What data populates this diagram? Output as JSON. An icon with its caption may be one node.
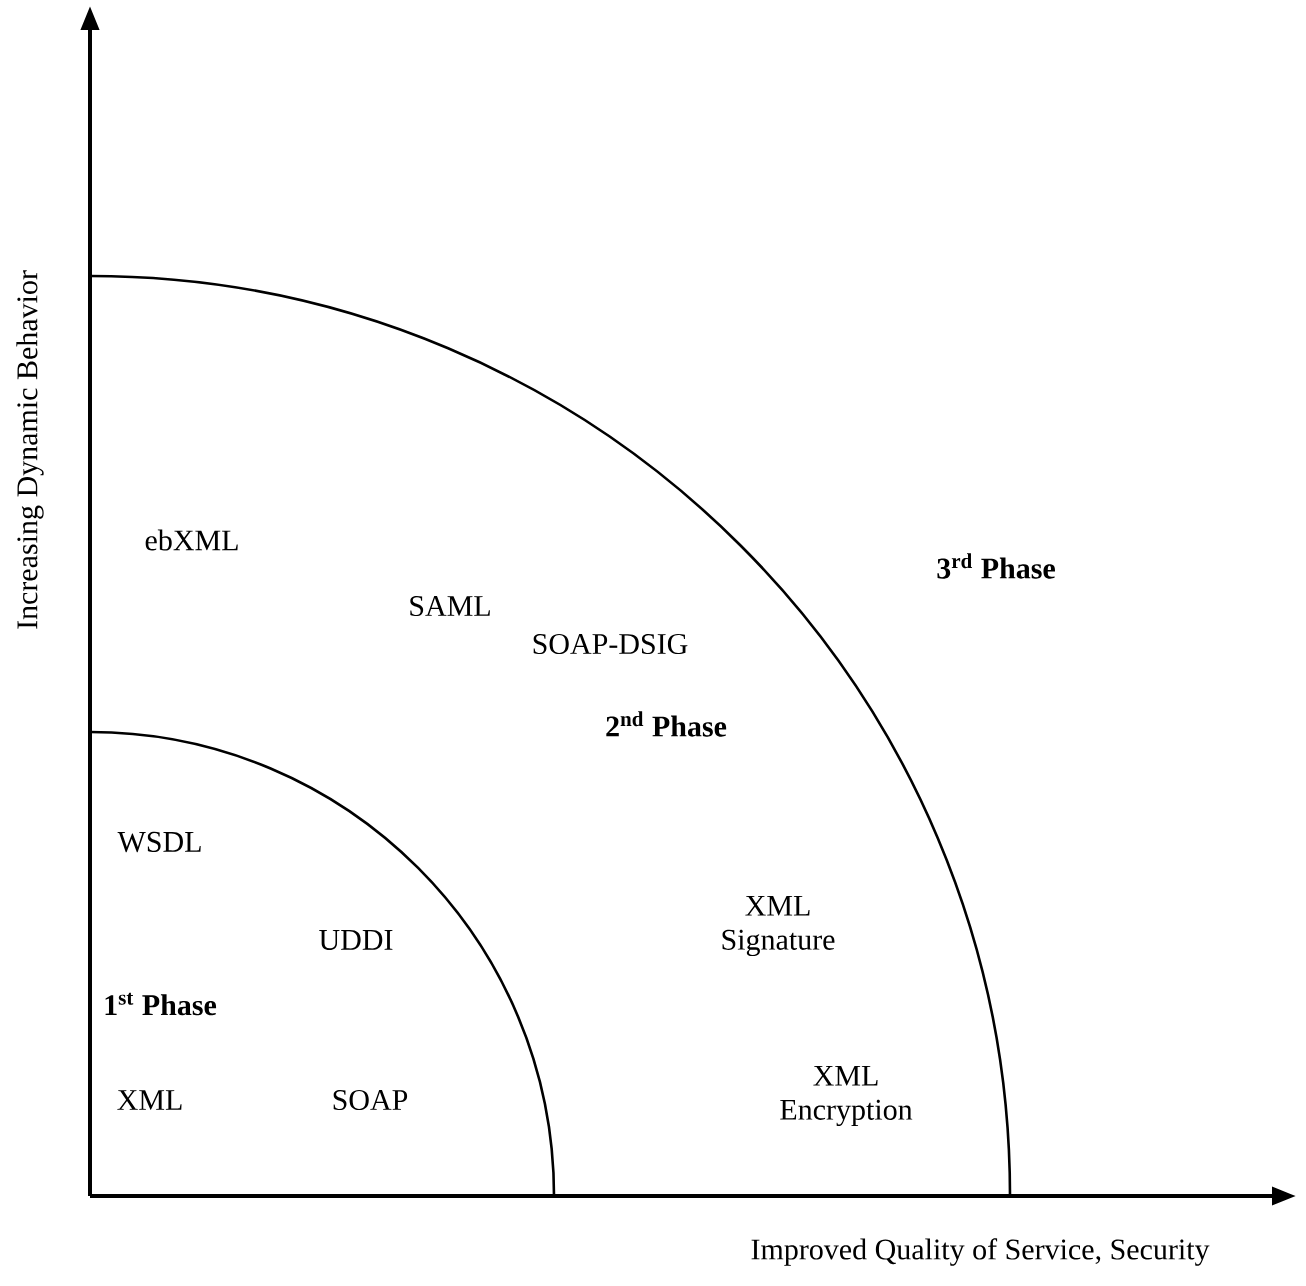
{
  "diagram": {
    "nodes": [
      {
        "text": [
          "ebXML",
          "SAML",
          "SOAP-DSIG",
          "2$^{nd}$ Phase",
          "XML Signature",
          "XML Encryption"
        ]
      },
      {
        "text": [
          "WSDL",
          "UDDI",
          "1$^{st}$ Phase",
          "XML",
          "SOAP"
        ],
        "in": 0
      }
    ],
    "labels": [
      "Increasing Dynamic Behavior",
      "3$^{rd}$ Phase",
      "Improved Quality of Service, Security"
    ]
  }
}
